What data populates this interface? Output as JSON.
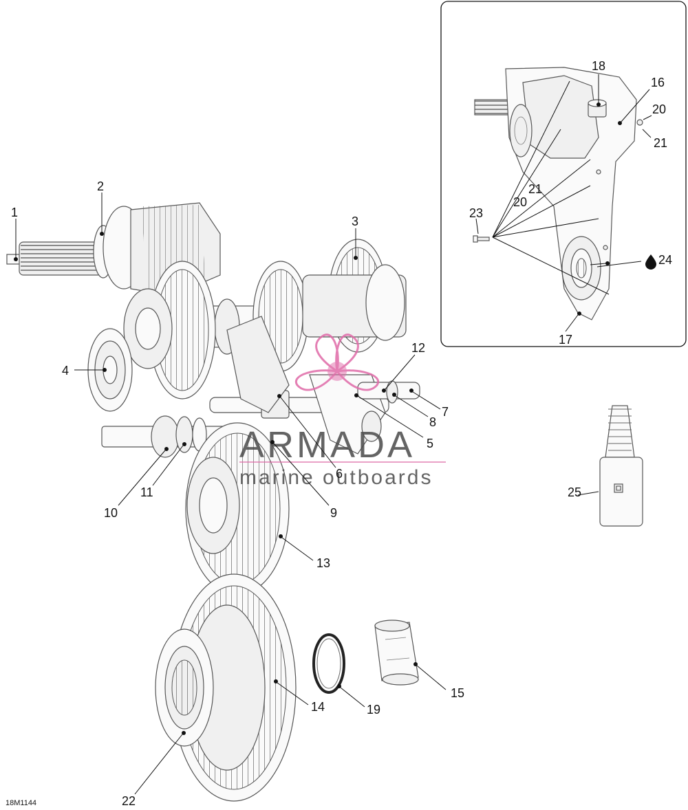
{
  "drawing_code": "18M1144",
  "watermark": {
    "brand": "ARMADA",
    "tagline": "marine outboards",
    "accent_color": "#e06aa8"
  },
  "callouts": {
    "c1": "1",
    "c2": "2",
    "c3": "3",
    "c4": "4",
    "c5": "5",
    "c6": "6",
    "c7": "7",
    "c8": "8",
    "c9": "9",
    "c10": "10",
    "c11": "11",
    "c12": "12",
    "c13": "13",
    "c14": "14",
    "c15": "15",
    "c16": "16",
    "c17": "17",
    "c18": "18",
    "c19": "19",
    "c20a": "20",
    "c20b": "20",
    "c21a": "21",
    "c21b": "21",
    "c22": "22",
    "c23": "23",
    "c24": "24",
    "c25": "25"
  }
}
